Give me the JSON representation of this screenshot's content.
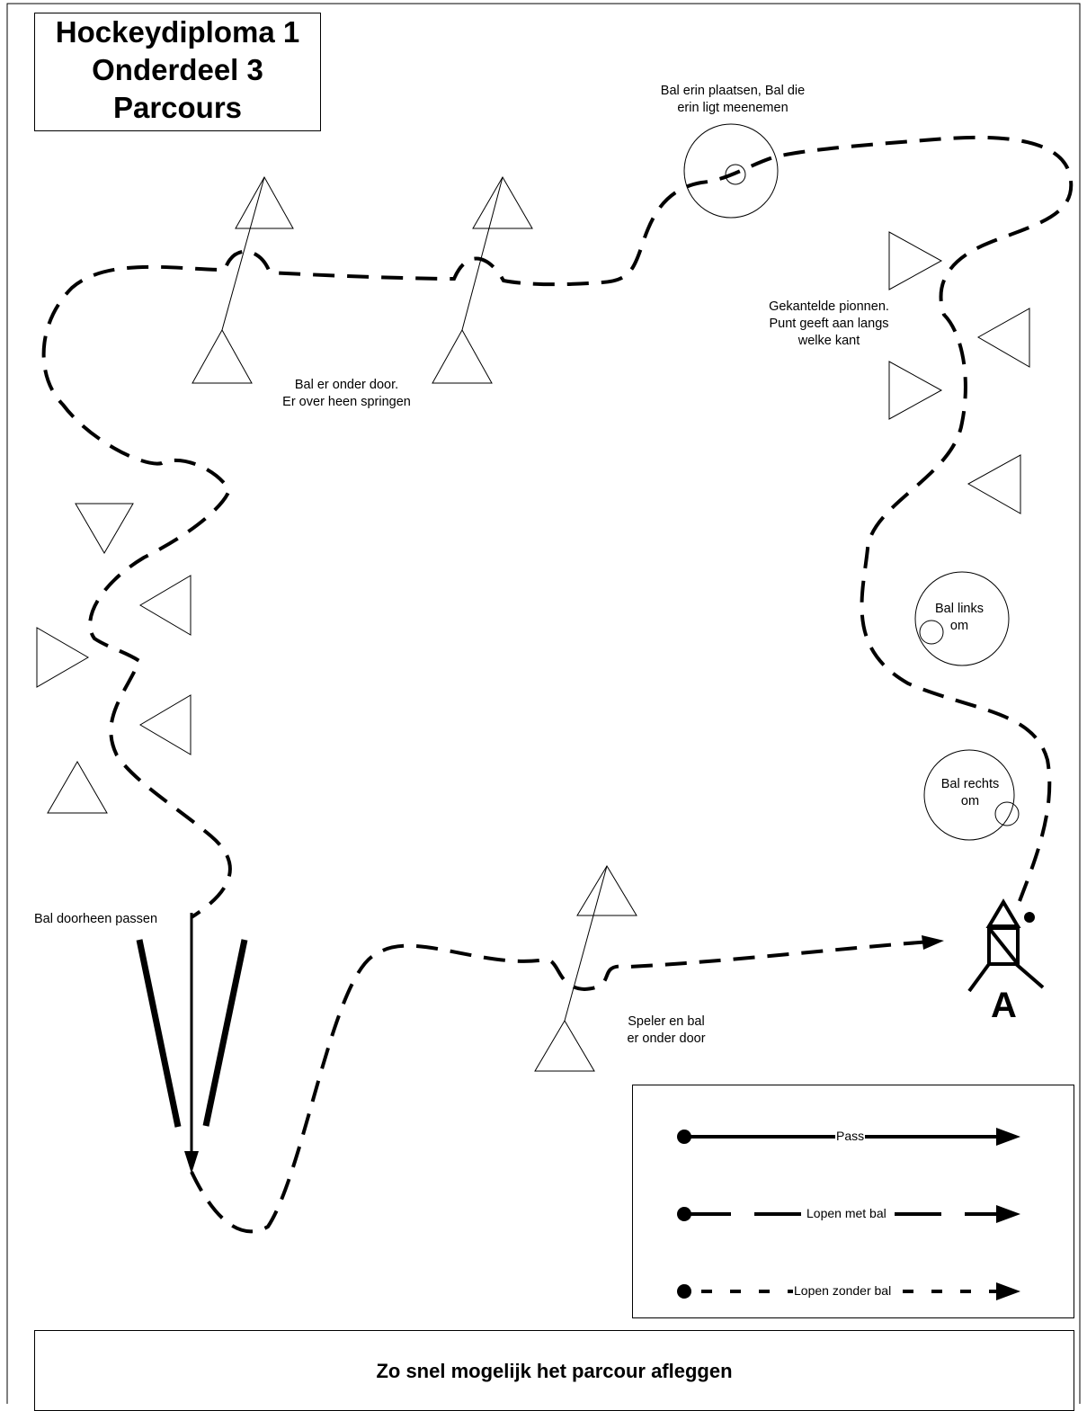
{
  "title": {
    "line1": "Hockeydiploma 1",
    "line2": "Onderdeel 3",
    "line3": "Parcours"
  },
  "notes": {
    "goal": [
      "Bal erin plaatsen, Bal die",
      "erin ligt meenemen"
    ],
    "tilted_cones": [
      "Gekantelde pionnen.",
      "Punt geeft aan langs",
      "welke kant"
    ],
    "under_over": [
      "Bal er onder door.",
      "Er over heen springen"
    ],
    "ball_left": [
      "Bal links",
      "om"
    ],
    "ball_right": [
      "Bal rechts",
      "om"
    ],
    "pass_through": [
      "Bal doorheen passen"
    ],
    "player_under": [
      "Speler en bal",
      "er onder door"
    ]
  },
  "start_marker": "A",
  "legend": {
    "pass": "Pass",
    "run_with_ball": "Lopen met bal",
    "run_without_ball": "Lopen zonder bal"
  },
  "footer": "Zo snel mogelijk het parcour afleggen",
  "colors": {
    "ink": "#000000",
    "paper": "#ffffff"
  }
}
